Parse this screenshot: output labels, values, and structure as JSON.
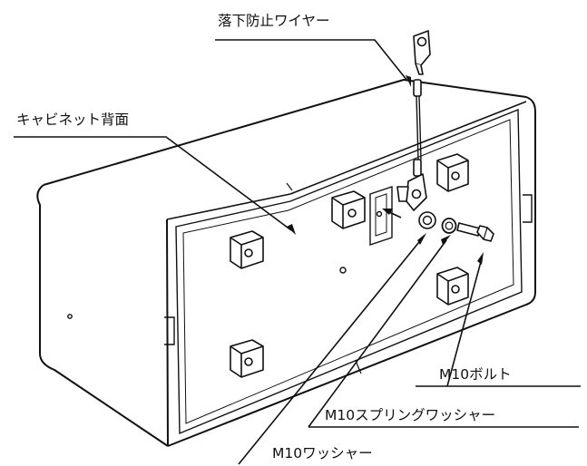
{
  "labels": {
    "fall_prevention_wire": "落下防止ワイヤー",
    "cabinet_back": "キャビネット背面",
    "m10_bolt": "M10ボルト",
    "m10_spring_washer": "M10スプリングワッシャー",
    "m10_washer": "M10ワッシャー"
  }
}
